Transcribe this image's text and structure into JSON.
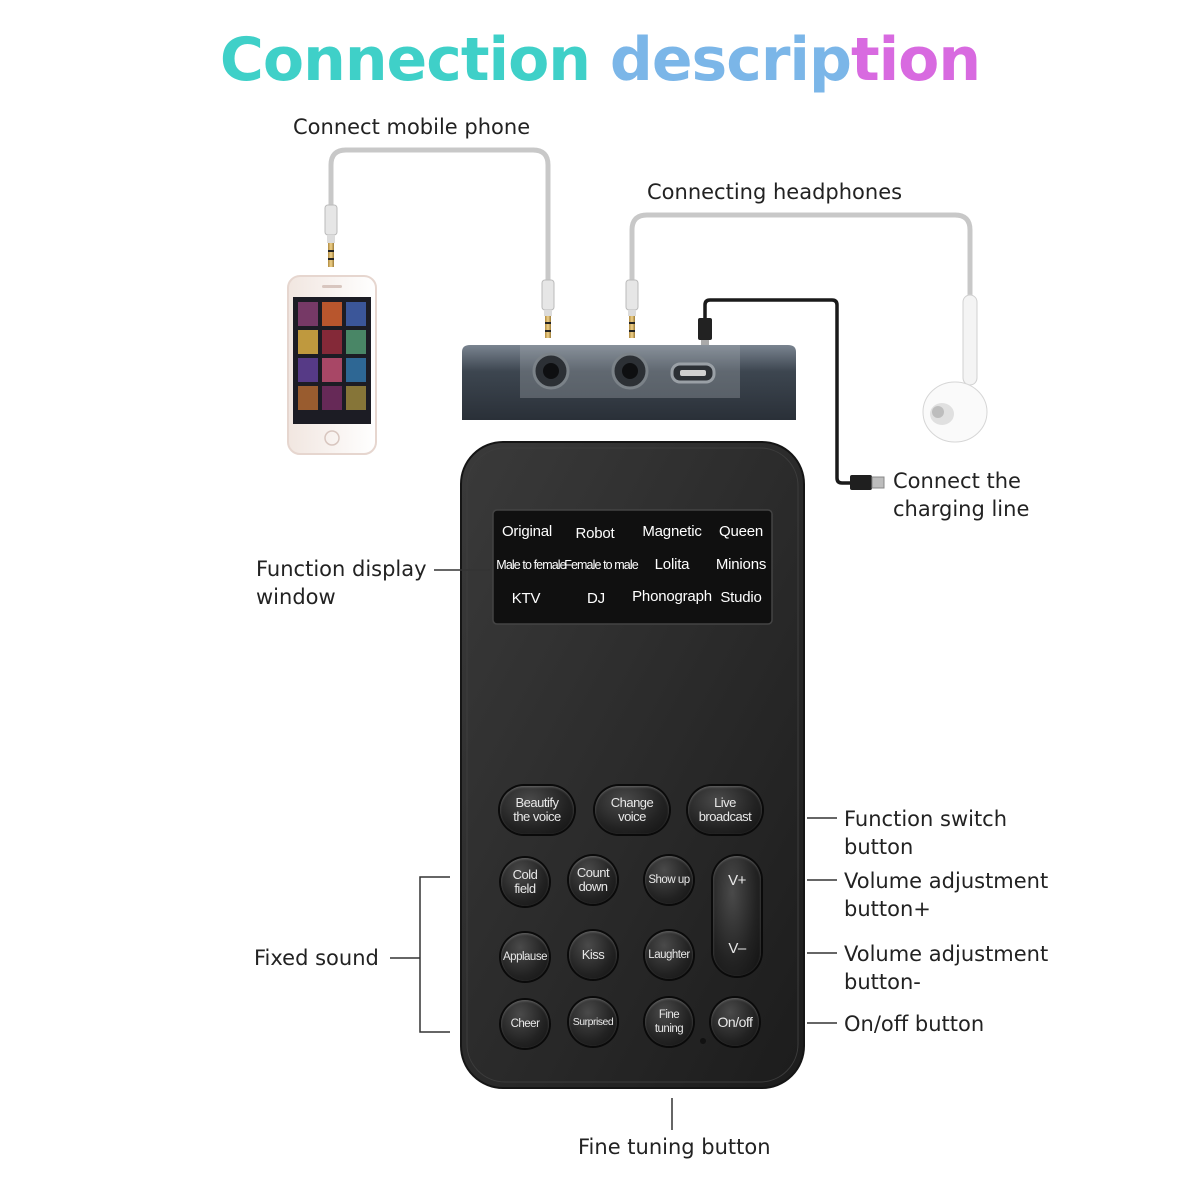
{
  "title": {
    "part1": "Connection",
    "part2": "descrip",
    "part3": "tion"
  },
  "labels": {
    "mobile_phone": "Connect mobile phone",
    "headphones": "Connecting headphones",
    "charging_line": "Connect the\ncharging line",
    "display_window": "Function display\nwindow",
    "fixed_sound": "Fixed sound",
    "function_switch": "Function switch\nbutton",
    "volume_plus": "Volume adjustment\nbutton+",
    "volume_minus": "Volume adjustment\nbutton-",
    "on_off": "On/off button",
    "fine_tuning": "Fine tuning button"
  },
  "display": {
    "row1": [
      "Original",
      "Robot",
      "Magnetic",
      "Queen"
    ],
    "row2": [
      "Male to female",
      "Female to male",
      "Lolita",
      "Minions"
    ],
    "row3": [
      "KTV",
      "DJ",
      "Phonograph",
      "Studio"
    ]
  },
  "buttons": {
    "beautify": "Beautify\nthe voice",
    "change_voice": "Change\nvoice",
    "live_broadcast": "Live\nbroadcast",
    "cold_field": "Cold\nfield",
    "count_down": "Count\ndown",
    "show_up": "Show up",
    "applause": "Applause",
    "kiss": "Kiss",
    "laughter": "Laughter",
    "cheer": "Cheer",
    "surprised": "Surprised",
    "fine_tuning": "Fine\ntuning",
    "on_off": "On/off",
    "volume_up": "V+",
    "volume_down": "V–"
  },
  "colors": {
    "title_teal": "#3fd0c8",
    "title_blue": "#7bb6e8",
    "title_pink": "#d86ae0",
    "device_body": "#2a2a2a",
    "cable_gray": "#c8c8c8"
  }
}
